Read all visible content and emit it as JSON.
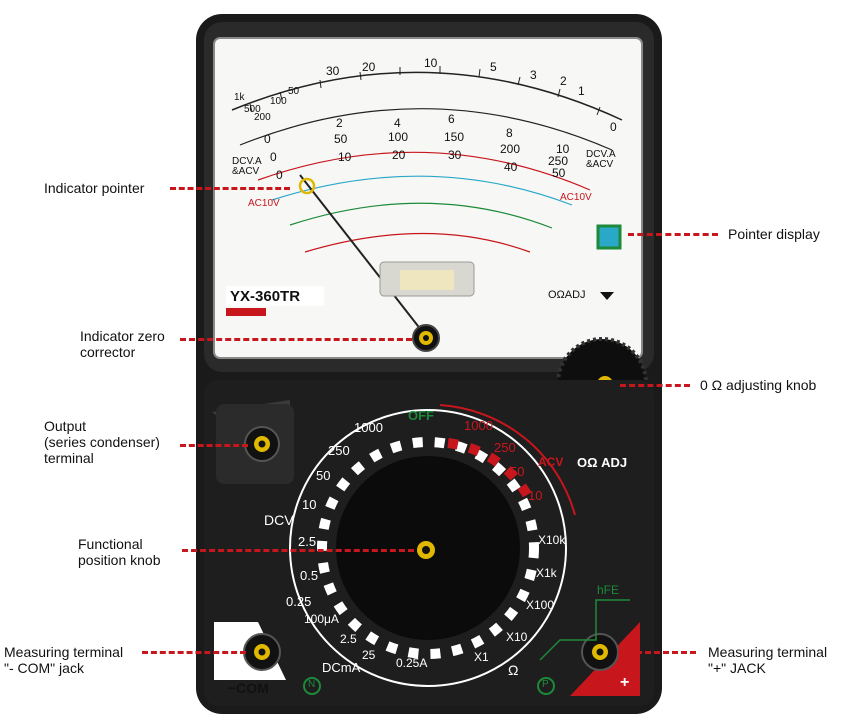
{
  "callouts": {
    "indicator_pointer": "Indicator pointer",
    "pointer_display": "Pointer display",
    "indicator_zero_corrector_1": "Indicator zero",
    "indicator_zero_corrector_2": "corrector",
    "zero_ohm_knob": "0 Ω adjusting knob",
    "output_terminal_1": "Output",
    "output_terminal_2": "(series condenser)",
    "output_terminal_3": "terminal",
    "function_knob_1": "Functional",
    "function_knob_2": "position knob",
    "com_jack_1": "Measuring terminal",
    "com_jack_2": "\"- COM\" jack",
    "plus_jack_1": "Measuring terminal",
    "plus_jack_2": "\"+\" JACK"
  },
  "meter": {
    "model": "YX-360TR",
    "zero_adj_label": "OΩADJ",
    "top_scale": [
      "30",
      "20",
      "10",
      "5",
      "3",
      "2",
      "1",
      "0"
    ],
    "top_scale_left": [
      "1k",
      "500",
      "200",
      "100",
      "50"
    ],
    "scale_250": [
      "0",
      "50",
      "100",
      "150",
      "200",
      "250"
    ],
    "scale_50": [
      "0",
      "10",
      "20",
      "30",
      "40",
      "50"
    ],
    "scale_10": [
      "0",
      "2",
      "4",
      "6",
      "8",
      "10"
    ],
    "dcv_left": "DCV.A",
    "dcv_left2": "&ACV",
    "dcv_right": "DCV.A",
    "dcv_right2": "&ACV",
    "ac10v_left": "AC10V",
    "ac10v_right": "AC10V"
  },
  "dial": {
    "off": "OFF",
    "zero_ohm_adj": "OΩ ADJ",
    "dcv": "DCV",
    "dcma": "DCmA",
    "ohm": "Ω",
    "com": "−COM",
    "dcv_ranges": [
      "1000",
      "250",
      "50",
      "10",
      "2.5",
      "0.5",
      "0.25"
    ],
    "dcma_ranges": [
      "100μA",
      "2.5",
      "25",
      "0.25A"
    ],
    "acv_ranges": [
      "1000",
      "250",
      "50",
      "10"
    ],
    "acv_label": "ACV",
    "ohm_ranges": [
      "X10k",
      "X1k",
      "X100",
      "X10",
      "X1"
    ],
    "hfe": "hFE",
    "n_label": "N",
    "p_label": "P",
    "plus": "+"
  },
  "colors": {
    "case": "#1a1a1a",
    "face": "#fafafa",
    "red": "#c8161d",
    "green": "#1d8a3a",
    "cyan": "#2aa8c8",
    "leader": "#c8161d"
  }
}
